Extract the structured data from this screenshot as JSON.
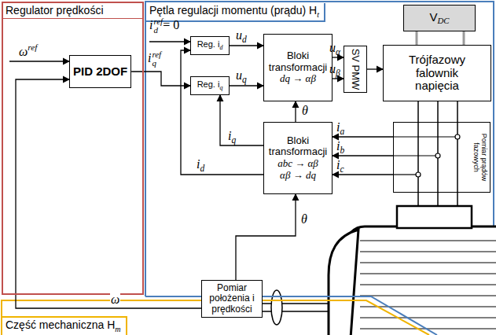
{
  "diagram": {
    "nodes": [
      {
        "text": [
          "Regulator prędkości"
        ]
      },
      {
        "text": [
          "PID 2DOF"
        ],
        "in": 0
      },
      {
        "text": [
          "Pętla regulacji momentu (prądu) H",
          "t"
        ]
      },
      {
        "text": [
          "Reg. i",
          "d"
        ],
        "in": 2
      },
      {
        "text": [
          "Reg. i",
          "q"
        ],
        "in": 2
      },
      {
        "text": [
          "Bloki transformacji",
          "dq → αβ"
        ],
        "in": 2
      },
      {
        "text": [
          "SV PMW"
        ],
        "in": 2
      },
      {
        "text": [
          "Trójfazowy falownik napięcia"
        ],
        "in": 2
      },
      {
        "text": [
          "V",
          "DC"
        ],
        "in": 2
      },
      {
        "text": [
          "Bloki transformacji",
          "abc → αβ",
          "αβ → dq"
        ],
        "in": 2
      },
      {
        "text": [
          "Pomiar prądów fazowych"
        ],
        "in": 2
      },
      {
        "text": [
          "Część mechaniczna H",
          "m"
        ]
      },
      {
        "text": [
          "Pomiar położenia i prędkości"
        ],
        "in": 11
      }
    ],
    "edges": [
      {
        "from": 1,
        "to": 4,
        "arrow": "to"
      },
      {
        "from": 3,
        "to": 5,
        "arrow": "to"
      },
      {
        "from": 4,
        "to": 5,
        "arrow": "to"
      },
      {
        "from": 5,
        "to": 6,
        "arrow": "to"
      },
      {
        "from": 5,
        "to": 6,
        "arrow": "to"
      },
      {
        "from": 6,
        "to": 7,
        "arrow": "to"
      },
      {
        "from": 8,
        "to": 7,
        "arrow": "none"
      },
      {
        "from": 8,
        "to": 7,
        "arrow": "none"
      },
      {
        "from": 9,
        "to": 5,
        "arrow": "to",
        "label": "θ"
      },
      {
        "from": 9,
        "to": 4,
        "arrow": "to"
      },
      {
        "from": 9,
        "to": 3,
        "arrow": "to"
      },
      {
        "from": 10,
        "to": 9,
        "arrow": "to"
      },
      {
        "from": 10,
        "to": 9,
        "arrow": "to"
      },
      {
        "from": 10,
        "to": 9,
        "arrow": "to"
      },
      {
        "from": 12,
        "to": 9,
        "arrow": "to",
        "label": "θ"
      },
      {
        "from": 12,
        "to": 1,
        "arrow": "to",
        "label": "ω"
      }
    ],
    "labels": [
      "ω",
      "ref",
      "i",
      "d",
      "ref",
      "= 0",
      "i",
      "q",
      "ref",
      "u",
      "d",
      "u",
      "q",
      "u",
      "α",
      "u",
      "β",
      "i",
      "q",
      "i",
      "d",
      "i",
      "a",
      "i",
      "b",
      "i",
      "c"
    ]
  }
}
